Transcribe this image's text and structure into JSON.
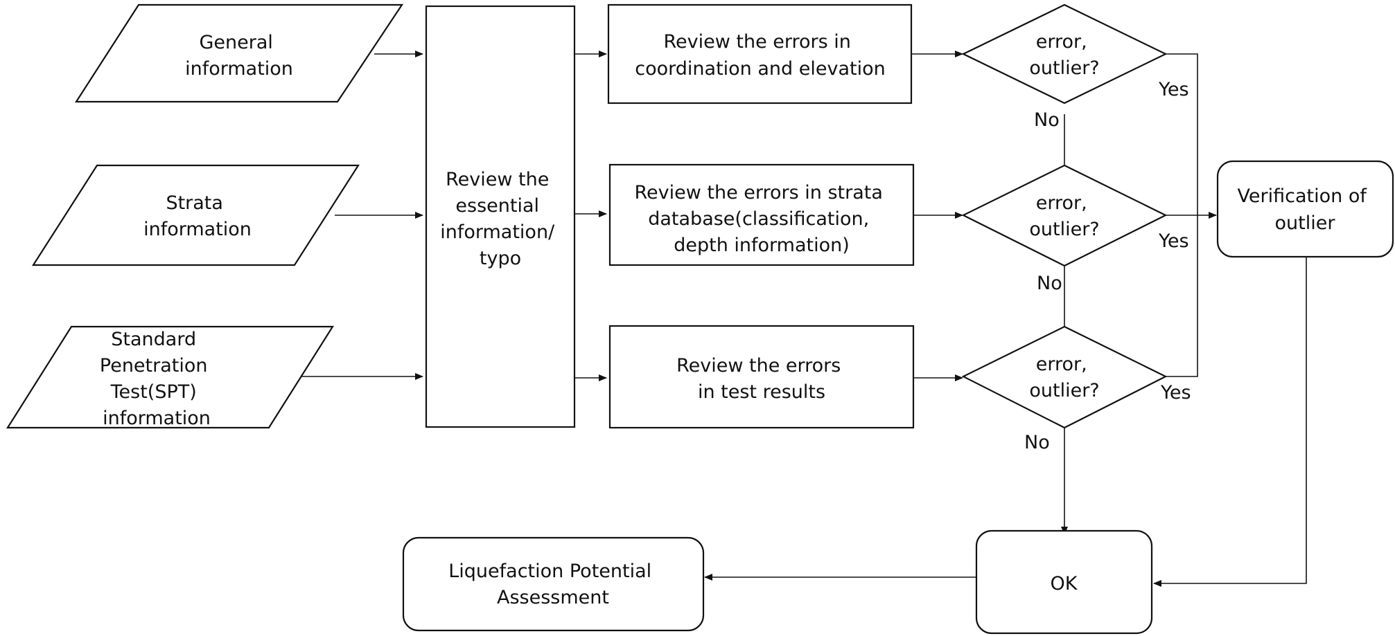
{
  "nodes": {
    "general_info": {
      "lines": [
        "General",
        "information"
      ]
    },
    "strata_info": {
      "lines": [
        "Strata",
        "information"
      ]
    },
    "spt_info": {
      "lines": [
        "Standard",
        "Penetration",
        "Test(SPT)",
        "information"
      ]
    },
    "review_essential": {
      "lines": [
        "Review the",
        "essential",
        "information/",
        "typo"
      ]
    },
    "review_coord": {
      "lines": [
        "Review the errors in",
        "coordination and elevation"
      ]
    },
    "review_strata": {
      "lines": [
        "Review the errors in strata",
        "database(classification,",
        "depth information)"
      ]
    },
    "review_test": {
      "lines": [
        "Review the errors",
        "in test results"
      ]
    },
    "decision_1": {
      "lines": [
        "error,",
        "outlier?"
      ]
    },
    "decision_2": {
      "lines": [
        "error,",
        "outlier?"
      ]
    },
    "decision_3": {
      "lines": [
        "error,",
        "outlier?"
      ]
    },
    "verification": {
      "lines": [
        "Verification of",
        "outlier"
      ]
    },
    "ok": {
      "lines": [
        "OK"
      ]
    },
    "liquefaction": {
      "lines": [
        "Liquefaction Potential",
        "Assessment"
      ]
    }
  },
  "edge_labels": {
    "d1_no": "No",
    "d1_yes": "Yes",
    "d2_no": "No",
    "d2_yes": "Yes",
    "d3_no": "No",
    "d3_yes": "Yes"
  }
}
